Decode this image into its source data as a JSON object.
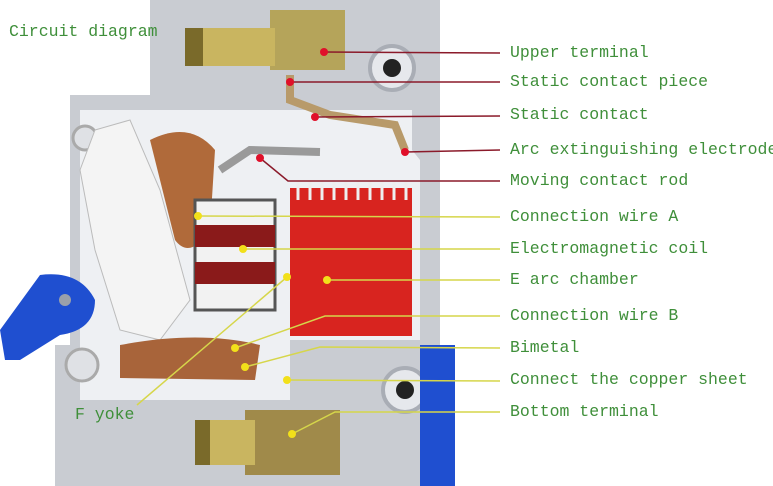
{
  "title": "Circuit diagram",
  "labels": {
    "upper_terminal": "Upper terminal",
    "static_contact_piece": "Static contact piece",
    "static_contact": "Static contact",
    "arc_electrode": "Arc extinguishing electrode",
    "moving_contact_rod": "Moving contact rod",
    "connection_wire_a": "Connection wire A",
    "electromagnetic_coil": "Electromagnetic coil",
    "arc_chamber": "E arc chamber",
    "connection_wire_b": "Connection wire B",
    "bimetal": "Bimetal",
    "copper_sheet": "Connect the copper sheet",
    "bottom_terminal": "Bottom terminal",
    "f_yoke": "F yoke"
  },
  "colors": {
    "label_text": "#3f8f3a",
    "leader_red": "#8b1a2a",
    "leader_yellow": "#d6d64a",
    "arc_chamber": "#d8241f",
    "lever_blue": "#1f4fd0"
  }
}
